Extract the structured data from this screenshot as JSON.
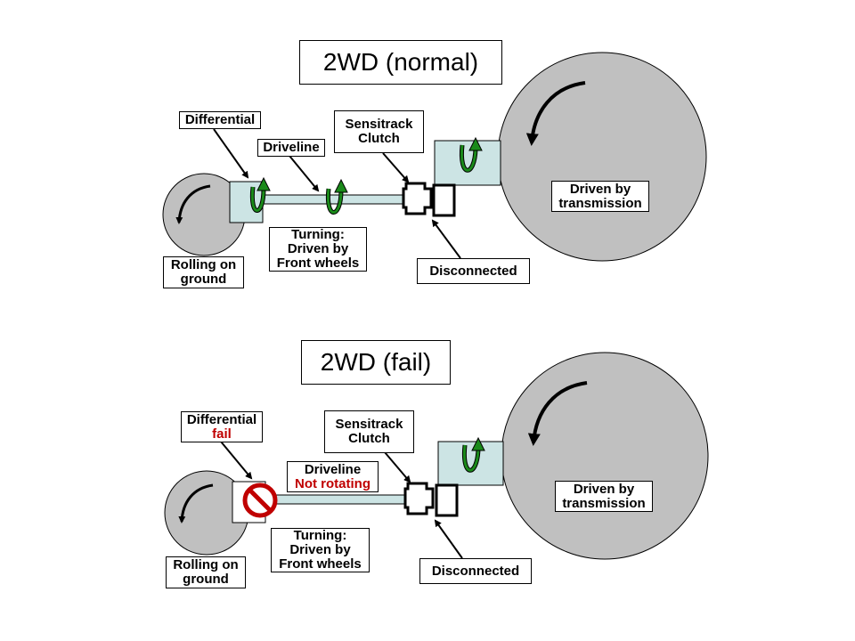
{
  "colors": {
    "wheel": "#c0c0c0",
    "shaft": "#cce4e4",
    "arrow_green": "#1a8a1a",
    "fail_red": "#c00000"
  },
  "panels": [
    {
      "title": "2WD (normal)",
      "labels": {
        "differential": "Differential",
        "driveline": "Driveline",
        "sensitrack_1": "Sensitrack",
        "sensitrack_2": "Clutch",
        "driven_1": "Driven by",
        "driven_2": "transmission",
        "turning_1": "Turning:",
        "turning_2": "Driven by",
        "turning_3": "Front wheels",
        "rolling_1": "Rolling on",
        "rolling_2": "ground",
        "disconnected": "Disconnected"
      }
    },
    {
      "title": "2WD (fail)",
      "labels": {
        "differential": "Differential",
        "differential_status": "fail",
        "driveline": "Driveline",
        "driveline_status": "Not rotating",
        "sensitrack_1": "Sensitrack",
        "sensitrack_2": "Clutch",
        "driven_1": "Driven by",
        "driven_2": "transmission",
        "turning_1": "Turning:",
        "turning_2": "Driven by",
        "turning_3": "Front wheels",
        "rolling_1": "Rolling on",
        "rolling_2": "ground",
        "disconnected": "Disconnected"
      }
    }
  ]
}
